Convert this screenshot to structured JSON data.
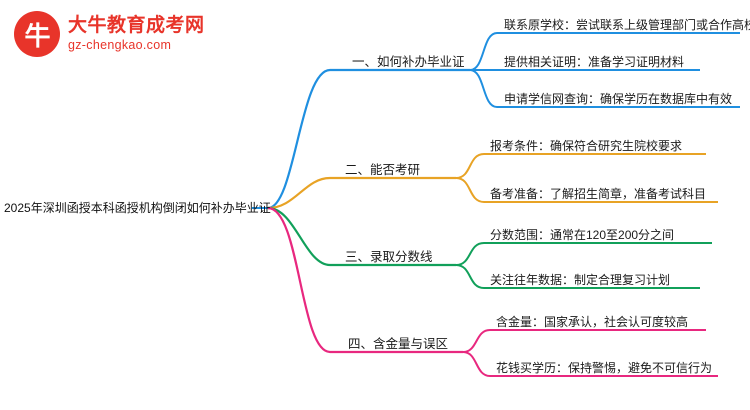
{
  "logo": {
    "mark_glyph": "牛",
    "title": "大牛教育成考网",
    "subtitle": "gz-chengkao.com"
  },
  "mindmap": {
    "root": "2025年深圳函授本科函授机构倒闭如何补办毕业证",
    "branches": [
      {
        "label": "一、如何补办毕业证",
        "color": "#1f8fe0",
        "leaves": [
          "联系原学校：尝试联系上级管理部门或合作高校",
          "提供相关证明：准备学习证明材料",
          "申请学信网查询：确保学历在数据库中有效"
        ]
      },
      {
        "label": "二、能否考研",
        "color": "#e8a325",
        "leaves": [
          "报考条件：确保符合研究生院校要求",
          "备考准备：了解招生简章，准备考试科目"
        ]
      },
      {
        "label": "三、录取分数线",
        "color": "#11a05a",
        "leaves": [
          "分数范围：通常在120至200分之间",
          "关注往年数据：制定合理复习计划"
        ]
      },
      {
        "label": "四、含金量与误区",
        "color": "#e8287f",
        "leaves": [
          "含金量：国家承认，社会认可度较高",
          "花钱买学历：保持警惕，避免不可信行为"
        ]
      }
    ]
  }
}
